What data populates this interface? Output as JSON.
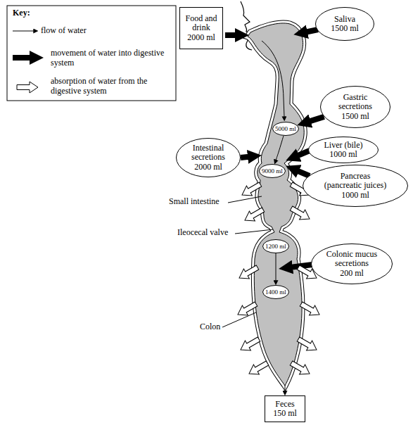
{
  "diagram": {
    "nodes": [
      {
        "text": [
          "Food and drink",
          "2000 ml"
        ]
      },
      {
        "text": [
          "Saliva",
          "1500 ml"
        ]
      },
      {
        "text": [
          "Gastric secretions",
          "1500 ml"
        ]
      },
      {
        "text": [
          "5000 ml"
        ]
      },
      {
        "text": [
          "Intestinal secretions",
          "2000 ml"
        ]
      },
      {
        "text": [
          "Liver (bile)",
          "1000 ml"
        ]
      },
      {
        "text": [
          "Pancreas (pancreatic juices)",
          "1000 ml"
        ]
      },
      {
        "text": [
          "9000 ml"
        ]
      },
      {
        "text": [
          "1200 ml"
        ]
      },
      {
        "text": [
          "Colonic mucus secretions",
          "200 ml"
        ]
      },
      {
        "text": [
          "1400 ml"
        ]
      },
      {
        "text": [
          "Feces",
          "150 ml"
        ]
      }
    ],
    "edges": [
      {
        "from": 2,
        "to": 3,
        "arrow": "to"
      },
      {
        "from": 3,
        "to": 7,
        "arrow": "to"
      },
      {
        "from": 8,
        "to": 10,
        "arrow": "to"
      }
    ],
    "labels": [
      "Key:",
      "Small intestine",
      "Ileocecal valve",
      "Colon"
    ],
    "legend": [
      {
        "text": "flow of water"
      },
      {
        "text": "movement of water into digestive system"
      },
      {
        "text": "absorption of water from the digestive system"
      }
    ]
  }
}
